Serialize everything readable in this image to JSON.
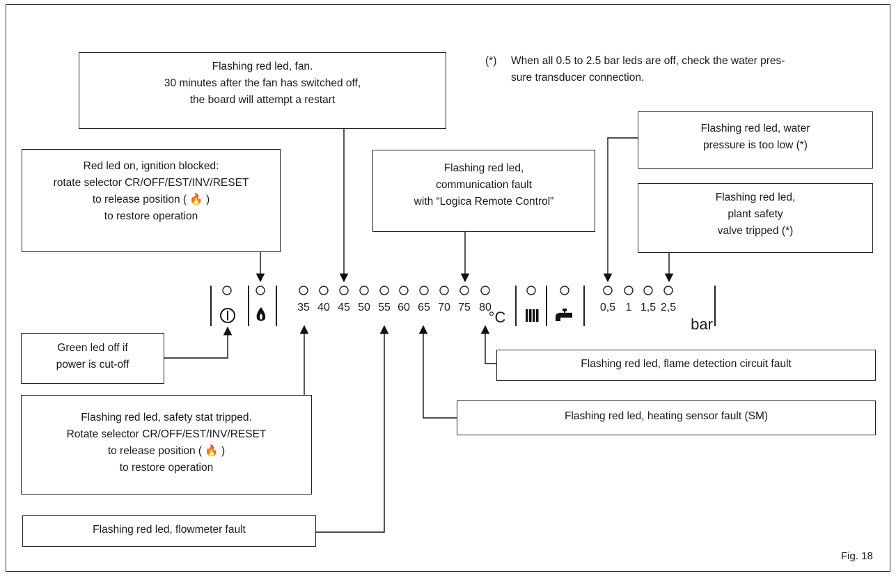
{
  "note": {
    "marker": "(*)",
    "line1": "When all 0.5 to 2.5 bar leds are off, check the water pres-",
    "line2": "sure transducer connection."
  },
  "boxes": {
    "fan": [
      "Flashing red led, fan.",
      "30 minutes after the fan has switched off,",
      "the board will attempt a restart"
    ],
    "ignition": [
      "Red led on, ignition blocked:",
      "rotate selector CR/OFF/EST/INV/RESET",
      "to release position ( 🔥 )",
      "to restore operation"
    ],
    "communication": [
      "Flashing red led,",
      "communication fault",
      "with “Logica Remote Control”"
    ],
    "pressure_low": [
      "Flashing red led, water",
      "pressure is too low (*)"
    ],
    "safety_valve": [
      "Flashing red led,",
      "plant safety",
      "valve tripped (*)"
    ],
    "green_led": [
      "Green led off if",
      "power is cut-off"
    ],
    "safety_stat": [
      "Flashing red led, safety stat tripped.",
      "Rotate selector CR/OFF/EST/INV/RESET",
      "to release position ( 🔥 )",
      "to restore operation"
    ],
    "flowmeter": [
      "Flashing red led, flowmeter fault"
    ],
    "flame_detection": [
      "Flashing red led, flame detection circuit fault"
    ],
    "heating_sensor": [
      "Flashing red led, heating sensor fault (SM)"
    ]
  },
  "panel": {
    "temperatures": [
      "35",
      "40",
      "45",
      "50",
      "55",
      "60",
      "65",
      "70",
      "75",
      "80"
    ],
    "temp_unit": "°C",
    "pressures": [
      "0,5",
      "1",
      "1,5",
      "2,5"
    ],
    "pressure_unit": "bar",
    "icons": [
      "power-icon",
      "flame-icon",
      "radiator-icon",
      "tap-icon"
    ]
  },
  "figure_label": "Fig. 18"
}
